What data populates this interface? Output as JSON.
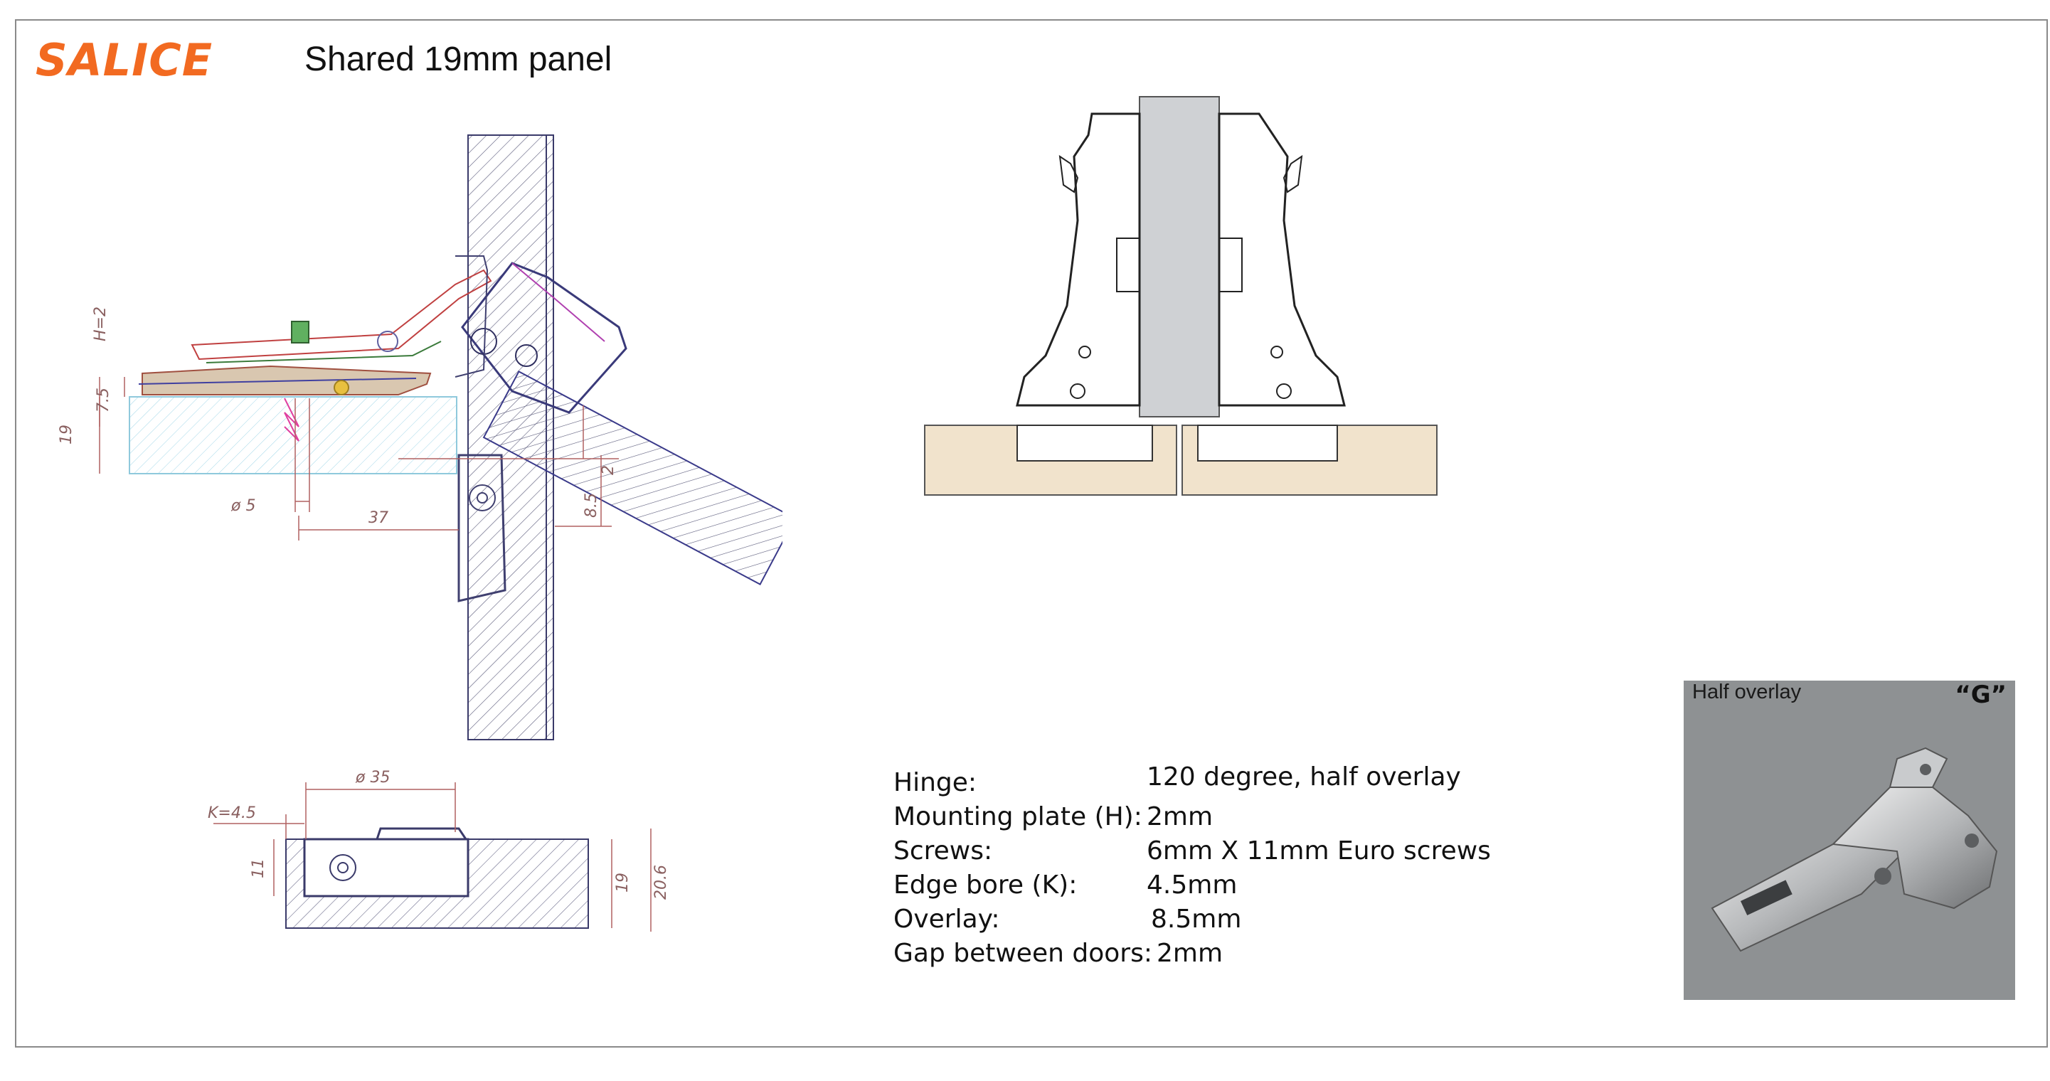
{
  "brand": "SALICE",
  "title": "Shared 19mm panel",
  "side_view": {
    "labels": [
      "H=2",
      "7.5",
      "19",
      "ø 5",
      "37",
      "8.5",
      "2"
    ]
  },
  "plan_view": {
    "labels": [
      "ø 35",
      "K=4.5",
      "11",
      "19",
      "20.6"
    ]
  },
  "specs": [
    {
      "label": "Hinge:",
      "value": "120 degree, half overlay"
    },
    {
      "label": "Mounting plate (H):",
      "value": "2mm"
    },
    {
      "label": "Screws:",
      "value": "6mm X 11mm Euro screws"
    },
    {
      "label": "Edge bore (K):",
      "value": "4.5mm"
    },
    {
      "label": "Overlay:",
      "value": "8.5mm"
    },
    {
      "label": "Gap between doors:",
      "value": "2mm"
    }
  ],
  "photo": {
    "caption": "Half overlay",
    "code": "“G”"
  },
  "colors": {
    "brand": "#f26a21",
    "panel_fill": "#cfd1d4",
    "wood_fill": "#f1e3cc"
  }
}
